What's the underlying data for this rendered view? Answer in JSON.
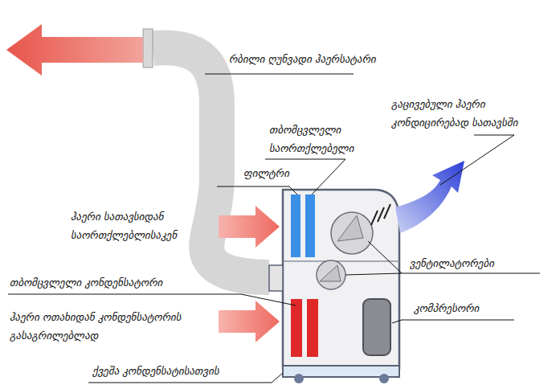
{
  "diagram": {
    "labels": [
      "რბილი ღუნვადი ჰაერსატარი",
      "გაცივებული ჰაერი კონდიცირებად სათავსში",
      "თბომცვლელი საორთქლებელი",
      "ფილტრი",
      "ჰაერი სათავსიდან საორთქლებლისაკენ",
      "ვენტილატორები",
      "თბომცვლელი კონდენსატორი",
      "ჰაერი ოთახიდან კონდენსატორის გასაგრილებლად",
      "კომპრესორი",
      "ქვეშა კონდენსატისათვის"
    ]
  }
}
